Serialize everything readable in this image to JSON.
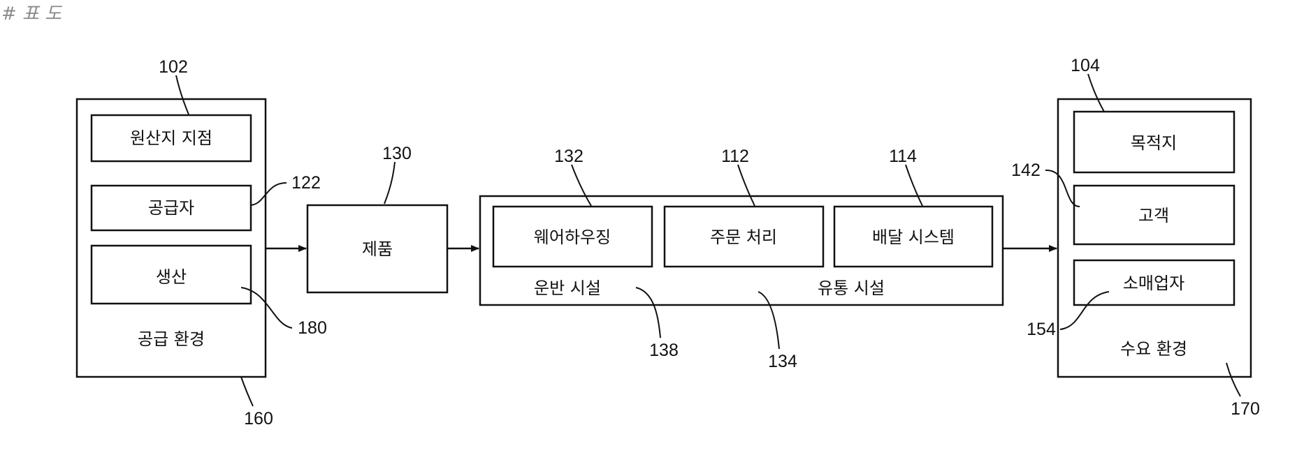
{
  "header": {
    "text": "# 표 도"
  },
  "supply": {
    "origin": "원산지 지점",
    "supplier": "공급자",
    "production": "생산",
    "environment": "공급 환경"
  },
  "product": {
    "label": "제품"
  },
  "facility": {
    "warehousing": "웨어하우징",
    "order_processing": "주문 처리",
    "delivery_system": "배달 시스템",
    "handling": "운반 시설",
    "distribution": "유통 시설"
  },
  "demand": {
    "destination": "목적지",
    "customer": "고객",
    "retailer": "소매업자",
    "environment": "수요 환경"
  },
  "refs": {
    "r102": "102",
    "r122": "122",
    "r180": "180",
    "r160": "160",
    "r130": "130",
    "r132": "132",
    "r112": "112",
    "r114": "114",
    "r138": "138",
    "r134": "134",
    "r104": "104",
    "r142": "142",
    "r154": "154",
    "r170": "170"
  }
}
